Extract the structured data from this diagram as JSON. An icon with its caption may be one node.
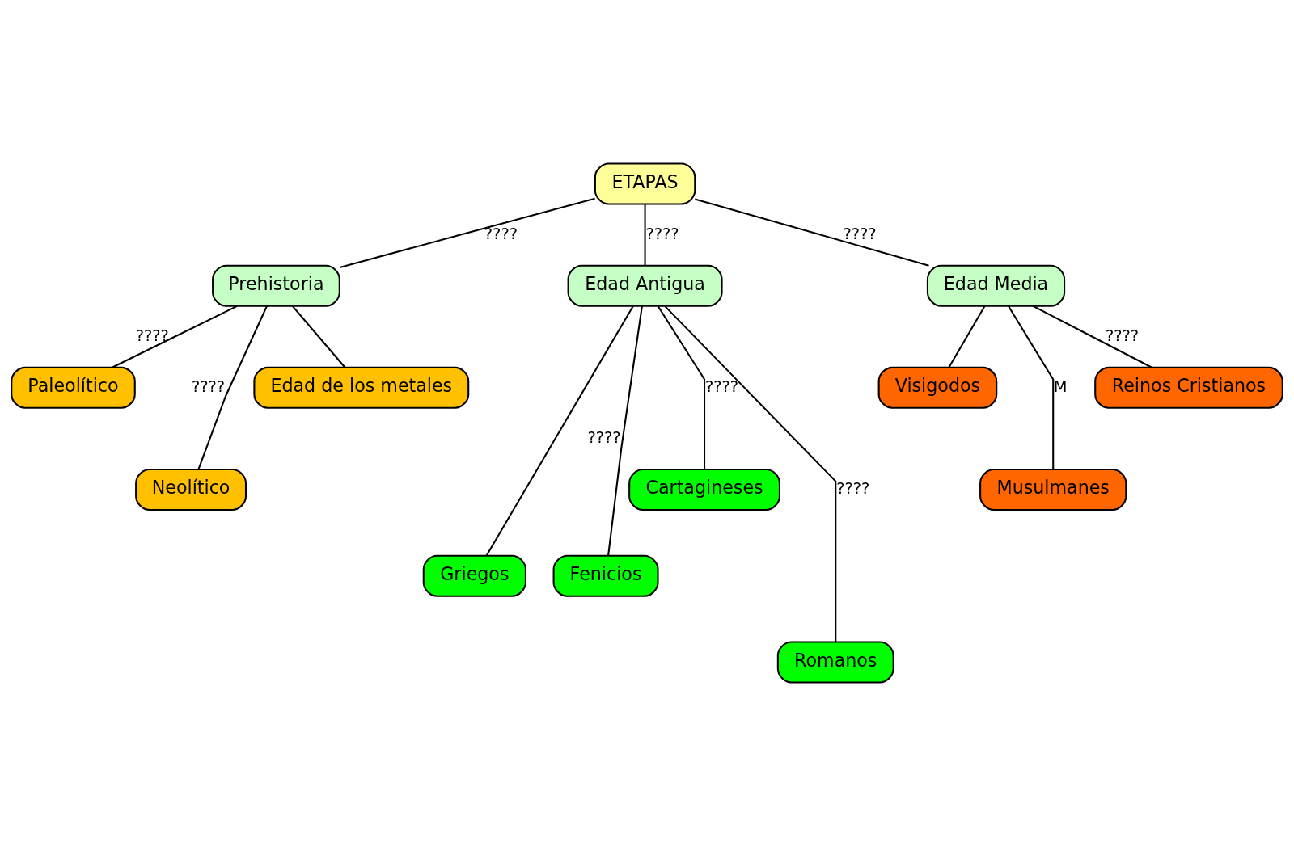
{
  "diagram": {
    "nodes": [
      {
        "text": [
          "ETAPAS"
        ]
      },
      {
        "text": [
          "Prehistoria"
        ]
      },
      {
        "text": [
          "Edad Antigua"
        ]
      },
      {
        "text": [
          "Edad Media"
        ]
      },
      {
        "text": [
          "Paleolítico"
        ]
      },
      {
        "text": [
          "Neolítico"
        ]
      },
      {
        "text": [
          "Edad de los metales"
        ]
      },
      {
        "text": [
          "Griegos"
        ]
      },
      {
        "text": [
          "Fenicios"
        ]
      },
      {
        "text": [
          "Cartagineses"
        ]
      },
      {
        "text": [
          "Romanos"
        ]
      },
      {
        "text": [
          "Visigodos"
        ]
      },
      {
        "text": [
          "Musulmanes"
        ]
      },
      {
        "text": [
          "Reinos Cristianos"
        ]
      }
    ],
    "edges": [
      {
        "from": 0,
        "to": 1,
        "arrow": "none",
        "label": "????"
      },
      {
        "from": 0,
        "to": 2,
        "arrow": "none",
        "label": "????"
      },
      {
        "from": 0,
        "to": 3,
        "arrow": "none",
        "label": "????"
      },
      {
        "from": 1,
        "to": 4,
        "arrow": "none",
        "label": "????"
      },
      {
        "from": 1,
        "to": 5,
        "arrow": "none",
        "label": "????"
      },
      {
        "from": 1,
        "to": 6,
        "arrow": "none"
      },
      {
        "from": 2,
        "to": 7,
        "arrow": "none"
      },
      {
        "from": 2,
        "to": 8,
        "arrow": "none",
        "label": "????"
      },
      {
        "from": 2,
        "to": 9,
        "arrow": "none",
        "label": "????"
      },
      {
        "from": 2,
        "to": 10,
        "arrow": "none",
        "label": "????"
      },
      {
        "from": 3,
        "to": 11,
        "arrow": "none"
      },
      {
        "from": 3,
        "to": 12,
        "arrow": "none",
        "label": "M"
      },
      {
        "from": 3,
        "to": 13,
        "arrow": "none",
        "label": "????"
      }
    ]
  }
}
